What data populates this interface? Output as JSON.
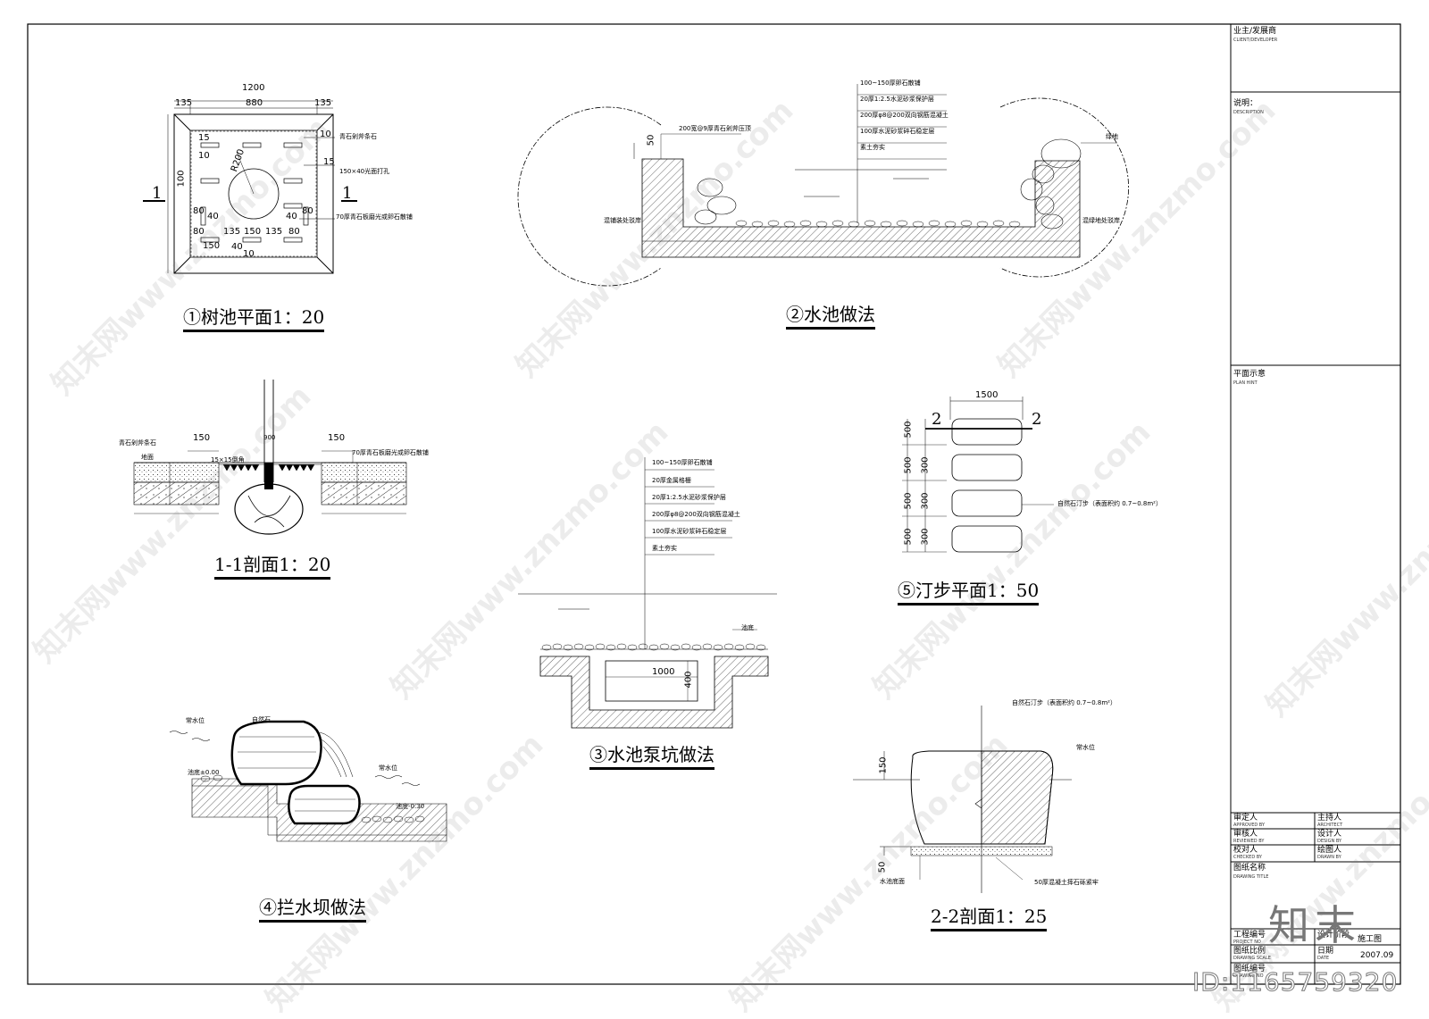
{
  "titles": {
    "t1": "①树池平面1：20",
    "t2": "②水池做法",
    "t11": "1-1剖面1：20",
    "t3": "③水池泵坑做法",
    "t5": "⑤汀步平面1：50",
    "t4": "④拦水坝做法",
    "t22": "2-2剖面1：25"
  },
  "tree_pit": {
    "dim_total": "1200",
    "dim_left": "135",
    "dim_mid": "880",
    "dim_right": "135",
    "dim_10a": "10",
    "dim_15a": "15",
    "dim_15b": "15",
    "dim_10b": "10",
    "dim_100": "100",
    "radius": "R200",
    "dims_bottom": [
      "80",
      "135",
      "150",
      "135",
      "80"
    ],
    "dim_150": "150",
    "dim_80a": "80",
    "dim_40a": "40",
    "dim_40b": "40",
    "dim_80b": "80",
    "dim_40c": "40",
    "dim_10c": "10",
    "section_mark": "1",
    "note1": "青石剁斧条石",
    "note2": "150×40光面打孔",
    "note3": "70厚青石板磨光或卵石散铺"
  },
  "pool": {
    "layers": [
      "100~150厚卵石散铺",
      "20厚1:2.5水泥砂浆保护层",
      "200厚φ8@200双向钢筋混凝土",
      "100厚水泥砂浆碎石稳定层",
      "素土夯实"
    ],
    "note_top": "200宽@9厚青石剁斧压顶",
    "dim_50": "50",
    "left_note": "混铺装处驳岸",
    "right_note": "混绿地处驳岸",
    "grass": "绿地"
  },
  "section11": {
    "n1": "青石剁斧条石",
    "n2": "地面",
    "d1": "150",
    "d2": "15×15倒角",
    "d3": "150",
    "n3": "70厚青石板磨光或卵石散铺",
    "d4": "900"
  },
  "pump": {
    "layers": [
      "100~150厚卵石散铺",
      "20厚金属格栅",
      "20厚1:2.5水泥砂浆保护层",
      "200厚φ8@200双向钢筋混凝土",
      "100厚水泥砂浆碎石稳定层",
      "素土夯实"
    ],
    "edge": "池底",
    "w": "1000",
    "h": "400"
  },
  "stepping": {
    "width": "1500",
    "mark": "2",
    "d500": [
      "500",
      "500",
      "500",
      "500"
    ],
    "d300": [
      "300",
      "300",
      "300"
    ],
    "note": "自然石汀步（表面积约 0.7~0.8m²）"
  },
  "dam": {
    "n1": "常水位",
    "n2": "自然石",
    "n3": "池底±0.00",
    "n4": "常水位",
    "n5": "池底-0.30"
  },
  "section22": {
    "note_top": "自然石汀步（表面积约 0.7~0.8m²）",
    "water": "常水位",
    "d150": "150",
    "d50": "50",
    "bottom_left": "水池底面",
    "bottom_right": "50厚混凝土摔石砾紧牢"
  },
  "title_block": {
    "owner": "业主/发展商",
    "owner_en": "CLIENT/DEVELOPER",
    "desc": "说明：",
    "desc_en": "DESCRIPTION",
    "plan": "平面示意",
    "plan_en": "PLAN HINT",
    "approved": "审定人",
    "approved_en": "APPROVED BY",
    "host": "主持人",
    "host_en": "ARCHITECT",
    "checked": "审核人",
    "checked_en": "REVIEWED BY",
    "designer": "设计人",
    "designer_en": "DESIGN BY",
    "proof": "校对人",
    "proof_en": "CHECKED BY",
    "drawer": "绘图人",
    "drawer_en": "DRAWN BY",
    "name": "图纸名称",
    "name_en": "DRAWING TITLE",
    "project_no": "工程编号",
    "project_no_en": "PROJECT NO",
    "stage": "设计阶段",
    "stage_val": "施工图",
    "scale": "图纸比例",
    "scale_en": "DRAWING SCALE",
    "date": "日期",
    "date_en": "DATE",
    "date_val": "2007.09",
    "drawing_no": "图纸编号",
    "drawing_no_en": "DRAWING NO"
  },
  "watermark": {
    "text": "知末网www.znzmo.com",
    "logo": "知末",
    "id": "ID:1165759320"
  }
}
